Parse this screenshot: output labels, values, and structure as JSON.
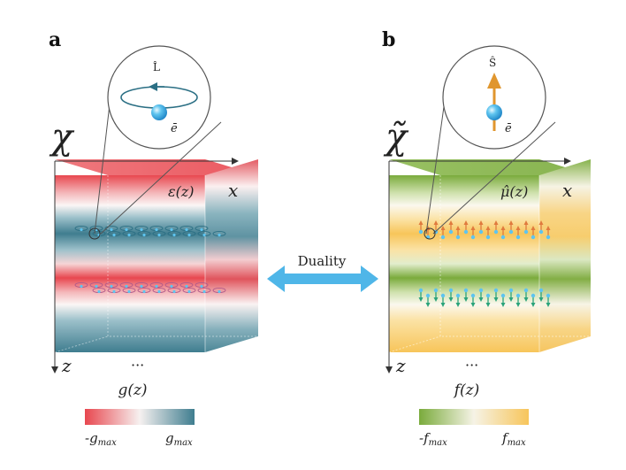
{
  "panels": [
    {
      "letter": "a",
      "field_symbol": "χ",
      "inset_operator": "L̂",
      "particle": "ē",
      "profile_label": "ε(z)",
      "x_label": "x",
      "z_label": "z",
      "ellipsis": "···",
      "function_label": "g(z)",
      "scale_min": "-g",
      "scale_min_sub": "max",
      "scale_max": "g",
      "scale_max_sub": "max",
      "colors": {
        "neg": "#e8474f",
        "mid": "#f6f1f0",
        "pos": "#3f7d8f",
        "arrow": "#2b6f84"
      }
    },
    {
      "letter": "b",
      "field_symbol": "χ̃",
      "inset_operator": "Ŝ",
      "particle": "ē",
      "profile_label": "μ̂(z)",
      "x_label": "x",
      "z_label": "z",
      "ellipsis": "···",
      "function_label": "f(z)",
      "scale_min": "-f",
      "scale_min_sub": "max",
      "scale_max": "f",
      "scale_max_sub": "max",
      "colors": {
        "neg": "#7aab3c",
        "mid": "#f6f3e6",
        "pos": "#f7c55a",
        "arrow": "#e0962e"
      }
    }
  ],
  "center": {
    "label": "Duality",
    "arrow_color": "#4fb6e8"
  }
}
